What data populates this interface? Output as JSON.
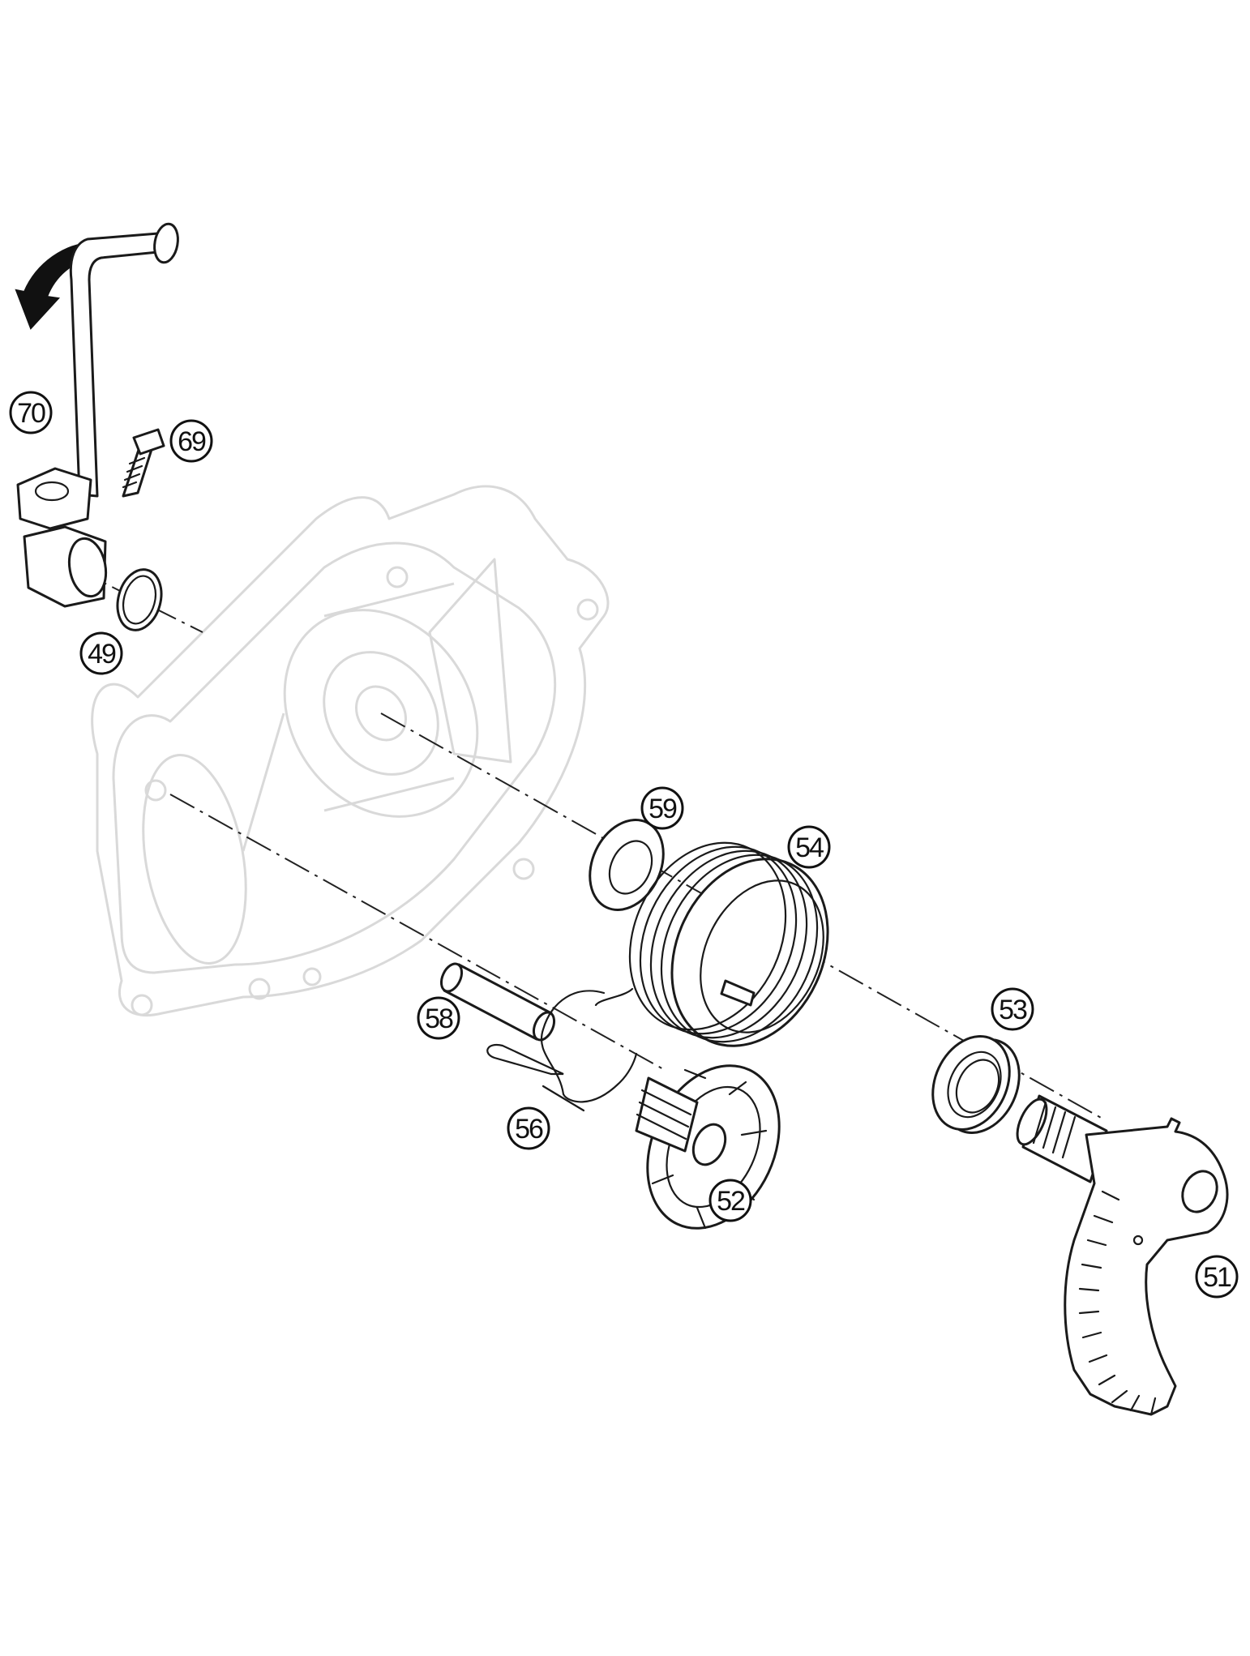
{
  "callouts": [
    {
      "id": "c70",
      "label": "70"
    },
    {
      "id": "c69",
      "label": "69"
    },
    {
      "id": "c49",
      "label": "49"
    },
    {
      "id": "c59",
      "label": "59"
    },
    {
      "id": "c54",
      "label": "54"
    },
    {
      "id": "c53",
      "label": "53"
    },
    {
      "id": "c58",
      "label": "58"
    },
    {
      "id": "c56",
      "label": "56"
    },
    {
      "id": "c52",
      "label": "52"
    },
    {
      "id": "c51",
      "label": "51"
    }
  ],
  "colors": {
    "line": "#1a1a1a",
    "case_outline": "#d9d9d9",
    "background": "#ffffff"
  },
  "icons": [
    "rotation-arrow-icon"
  ]
}
